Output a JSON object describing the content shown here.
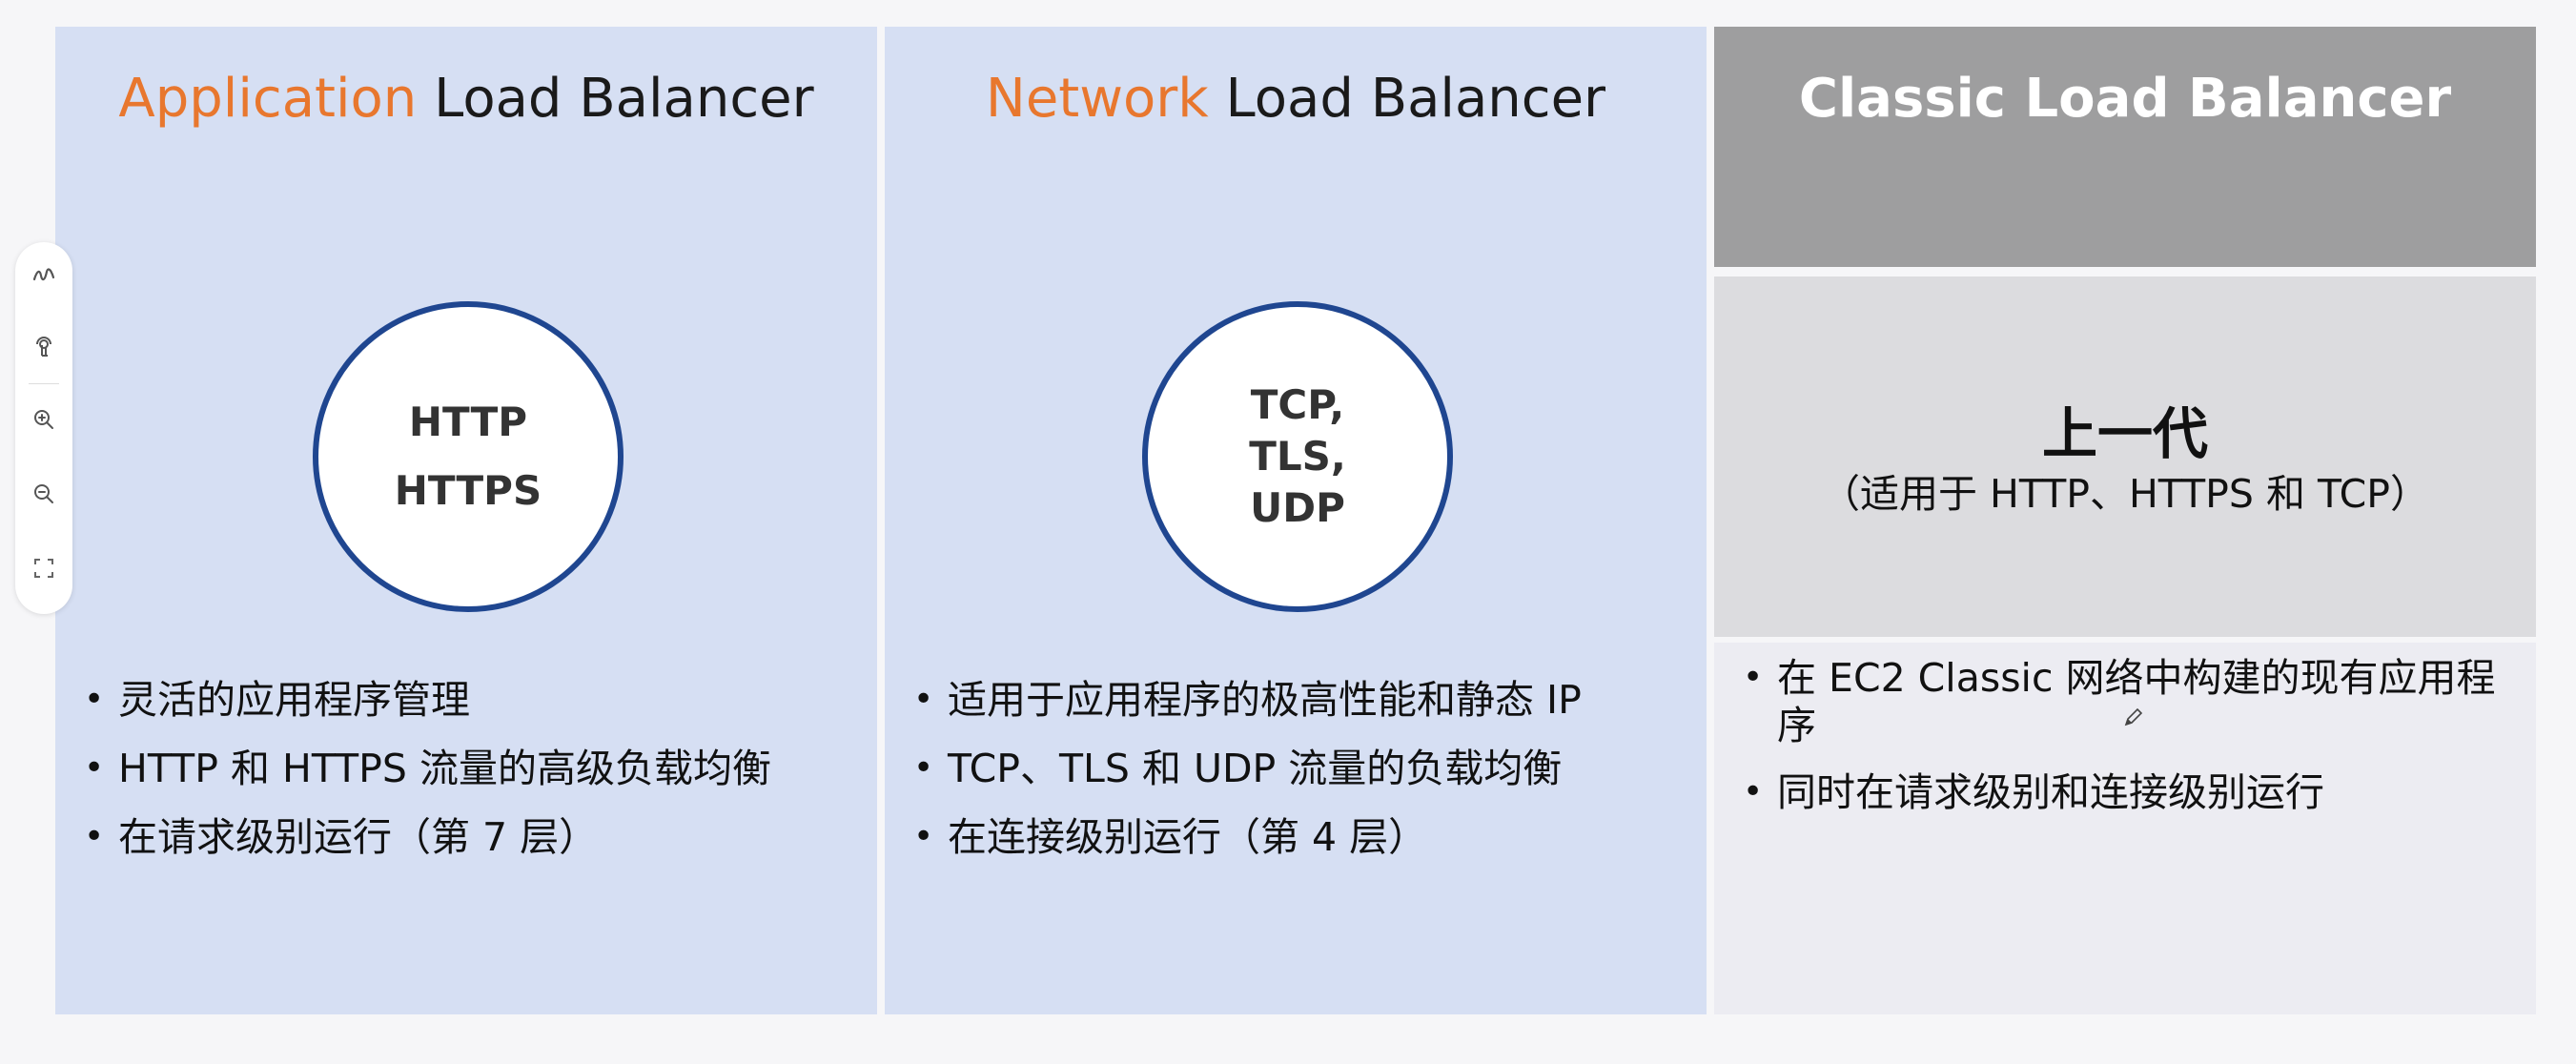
{
  "alb": {
    "title_accent": "Application",
    "title_rest": " Load Balancer",
    "circle_lines": [
      "HTTP",
      "HTTPS"
    ],
    "bullets": [
      "灵活的应用程序管理",
      "HTTP 和 HTTPS 流量的高级负载均衡",
      "在请求级别运行（第 7 层）"
    ]
  },
  "nlb": {
    "title_accent": "Network",
    "title_rest": " Load Balancer",
    "circle_lines": [
      "TCP,",
      "TLS,",
      "UDP"
    ],
    "bullets": [
      "适用于应用程序的极高性能和静态 IP",
      "TCP、TLS 和 UDP 流量的负载均衡",
      "在连接级别运行（第 4 层）"
    ]
  },
  "clb": {
    "title": "Classic Load Balancer",
    "generation": "上一代",
    "generation_sub": "（适用于 HTTP、HTTPS 和 TCP）",
    "bullets": [
      "在 EC2 Classic 网络中构建的现有应用程序",
      "同时在请求级别和连接级别运行"
    ]
  },
  "colors": {
    "accent": "#e8772e",
    "circle_border": "#1f4690",
    "panel_blue": "#d6dff3",
    "clb_header": "#9e9e9f"
  },
  "toolbar": {
    "icons": [
      "pen-icon",
      "touch-icon",
      "zoom-in-icon",
      "zoom-out-icon",
      "fit-screen-icon"
    ]
  }
}
